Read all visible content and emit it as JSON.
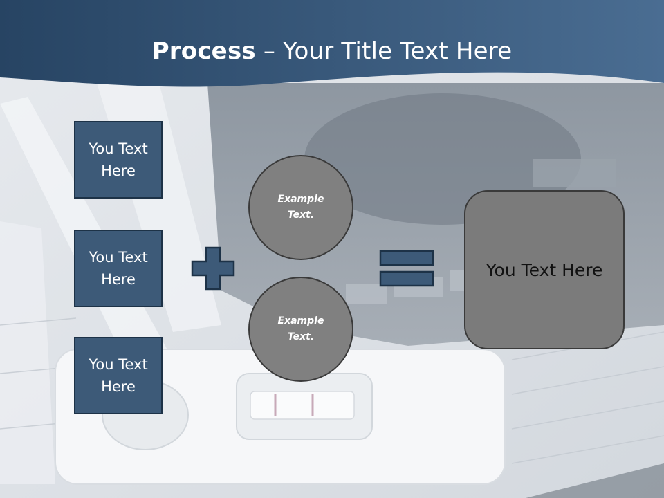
{
  "slide": {
    "title_bold": "Process",
    "title_rest": " – Your Title Text Here"
  },
  "left_boxes": [
    {
      "label": "You Text Here"
    },
    {
      "label": "You Text Here"
    },
    {
      "label": "You Text Here"
    }
  ],
  "circles": [
    {
      "label": "Example Text."
    },
    {
      "label": "Example Text."
    }
  ],
  "result": {
    "label": "You Text Here"
  },
  "colors": {
    "header": "#2e4d6f",
    "box_fill": "#3d5a78",
    "circle_fill": "#808080",
    "result_fill": "#7b7b7b",
    "operator_fill": "#3d5a78"
  },
  "icons": [
    "plus-icon",
    "equals-icon"
  ]
}
